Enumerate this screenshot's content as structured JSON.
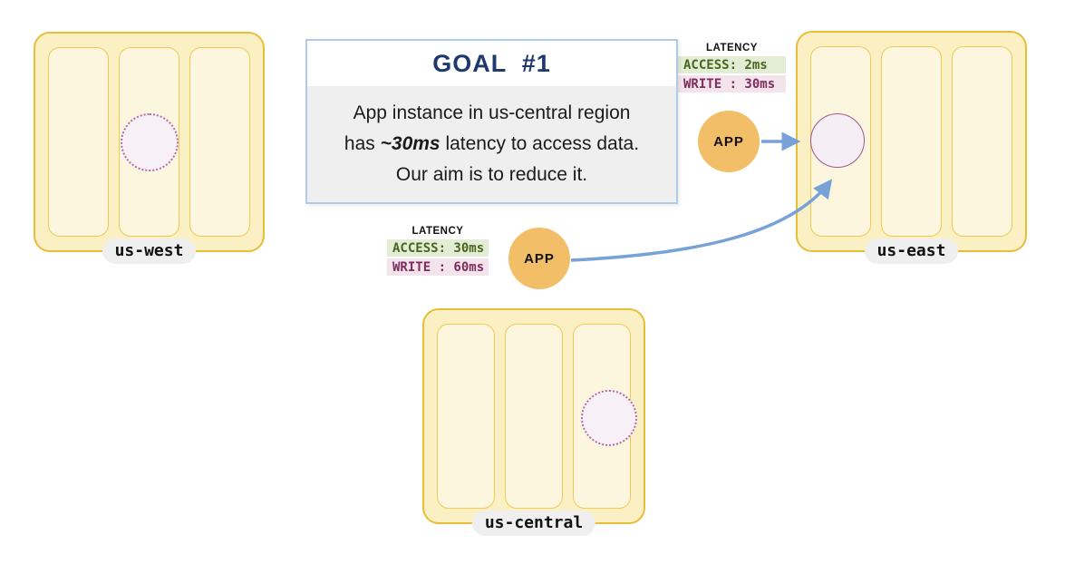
{
  "goal": {
    "title": "GOAL  #1",
    "line1": "App instance in us-central region",
    "line2_pre": "has ",
    "line2_emphasis": "~30ms",
    "line2_post": " latency to access data.",
    "line3": "Our aim is to reduce it."
  },
  "regions": {
    "us_west": {
      "label": "us-west"
    },
    "us_east": {
      "label": "us-east"
    },
    "us_central": {
      "label": "us-central"
    }
  },
  "apps": {
    "east_label": "APP",
    "central_label": "APP"
  },
  "latency_east": {
    "title": "LATENCY",
    "access": "ACCESS: 2ms",
    "write": "WRITE : 30ms"
  },
  "latency_central": {
    "title": "LATENCY",
    "access": "ACCESS: 30ms",
    "write": "WRITE : 60ms"
  },
  "colors": {
    "region_fill": "#FAF0C4",
    "region_border": "#E7BE3A",
    "zone_fill": "#FCF6DE",
    "zone_border": "#F0CA55",
    "app_circle_fill": "#F2BE68",
    "arrow_blue": "#78A1D8",
    "goal_border": "#AECBEB",
    "goal_title_text": "#1E3A6D",
    "goal_body_bg": "#EFEFEF",
    "access_badge_bg": "#E3EDD5",
    "access_badge_text": "#49661E",
    "write_badge_bg": "#F3E4EB",
    "write_badge_text": "#7E2C5E",
    "data_circle_border": "#A1568B",
    "data_circle_fill": "#F5EFF5",
    "dotted_circle_border": "#B36BA4",
    "region_label_pill_bg": "#EFEFEF"
  }
}
